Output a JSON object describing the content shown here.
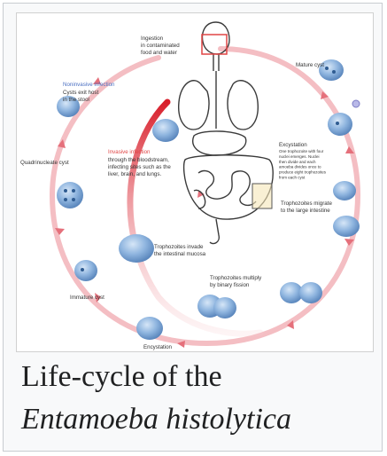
{
  "diagram": {
    "labels": {
      "ingestion": [
        "Ingestion",
        "in contaminated",
        "food and water"
      ],
      "mature_cyst": [
        "Mature cyst"
      ],
      "noninvasive_title": [
        "Noninvasive infection"
      ],
      "noninvasive_body": [
        "Cysts exit host",
        "in the stool"
      ],
      "quadrinucleate": [
        "Quadrinucleate cyst"
      ],
      "invasive_title": [
        "Invasive infection"
      ],
      "invasive_body": [
        "through the bloodstream,",
        "infecting sites such as the",
        "liver, brain, and lungs."
      ],
      "excystation_title": [
        "Excystation"
      ],
      "excystation_body": [
        "One trophozoite with four",
        "nuclei emerges. Nuclei",
        "then divide and each",
        "amoeba divides once to",
        "produce eight trophozoites",
        "from each cyst"
      ],
      "migrate": [
        "Trophozoites migrate",
        "to the large intestine"
      ],
      "invade": [
        "Trophozoites invade",
        "the intestinal mucosa"
      ],
      "immature": [
        "Immature cyst"
      ],
      "multiply": [
        "Trophozoites multiply",
        "by binary fission"
      ],
      "encystation": [
        "Encystation"
      ]
    },
    "colors": {
      "cycle": "#f2b3b8",
      "arrow": "#e5707b",
      "cell": "#6f9fd4",
      "cell_dark": "#2f5c92",
      "invasive_red": "#d81e2a",
      "body_outline": "#3a3a3a"
    }
  },
  "caption": {
    "line1": "Life-cycle of the",
    "line2": "Entamoeba histolytica"
  }
}
